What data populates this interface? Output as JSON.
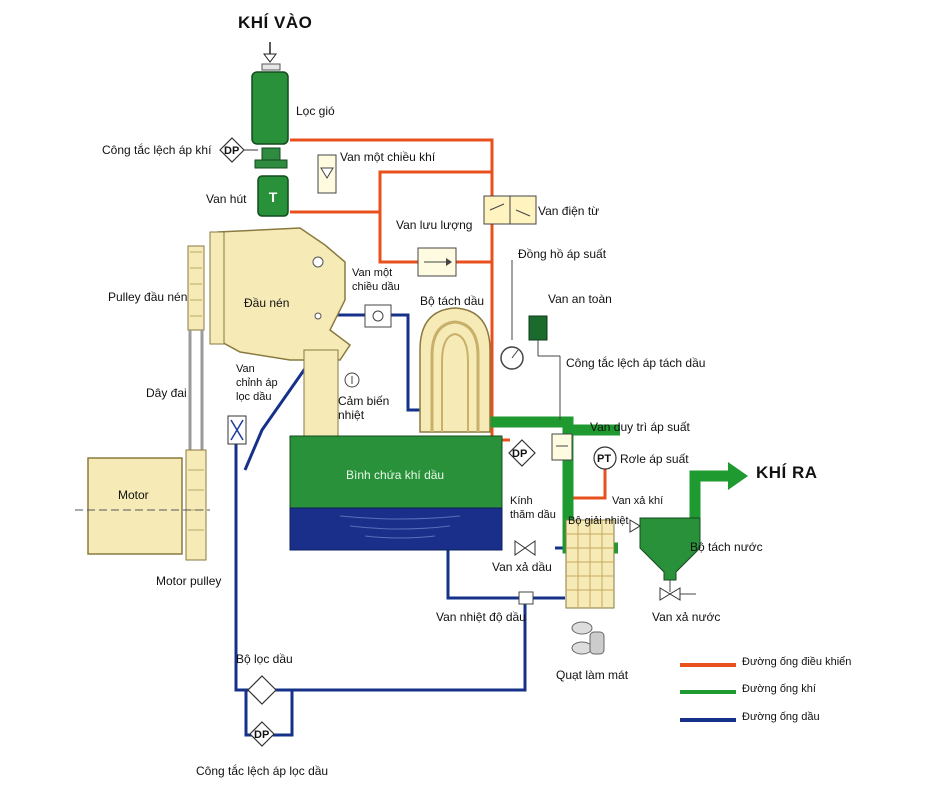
{
  "colors": {
    "control_line": "#e8501e",
    "air_line": "#1e9a30",
    "oil_line": "#16318a",
    "tank_green": "#28913a",
    "tank_blue": "#1a2f8a",
    "body_cream": "#f6ebb6",
    "valve_green": "#1b6b2c"
  },
  "labels": {
    "air_in": "KHÍ VÀO",
    "air_out": "KHÍ RA",
    "air_filter": "Lọc gió",
    "air_filter_dp_switch": "Công tắc lệch áp khí",
    "dp_symbol": "DP",
    "pt_symbol": "PT",
    "check_valve_air": "Van một chiều khí",
    "intake_valve": "Van hút",
    "flow_valve": "Van lưu lượng",
    "solenoid_valve": "Van điện từ",
    "pressure_gauge": "Đồng hồ áp suất",
    "safety_valve": "Van an toàn",
    "separator_dp_switch": "Công tắc lệch áp tách dầu",
    "pulley_head": "Pulley đầu nén",
    "compressor_head": "Đầu nén",
    "check_valve_oil": "Van một chiều dầu",
    "oil_separator": "Bộ tách dầu",
    "oil_filter_adjust_valve": "Van chỉnh áp lọc dầu",
    "belt": "Dây đai",
    "temp_sensor": "Cảm biến nhiệt",
    "min_pressure_valve": "Van duy trì áp suất",
    "pressure_relay": "Rơle áp suất",
    "tank": "Bình chứa khí dầu",
    "motor": "Motor",
    "motor_pulley": "Motor pulley",
    "sight_glass": "Kính thăm dầu",
    "oil_drain_valve": "Van xả dầu",
    "air_drain_valve": "Van xả khí",
    "cooler": "Bộ giải nhiệt",
    "water_separator": "Bộ tách nước",
    "water_drain_valve": "Van xả nước",
    "oil_thermo_valve": "Van nhiệt độ dầu",
    "oil_filter": "Bộ lọc dầu",
    "cooling_fan": "Quạt làm mát",
    "oil_filter_dp_switch": "Công tắc lệch áp lọc dầu"
  },
  "legend": [
    {
      "label": "Đường ống điều khiển",
      "color": "#e8501e"
    },
    {
      "label": "Đường ống khí",
      "color": "#1e9a30"
    },
    {
      "label": "Đường ống dầu",
      "color": "#16318a"
    }
  ]
}
